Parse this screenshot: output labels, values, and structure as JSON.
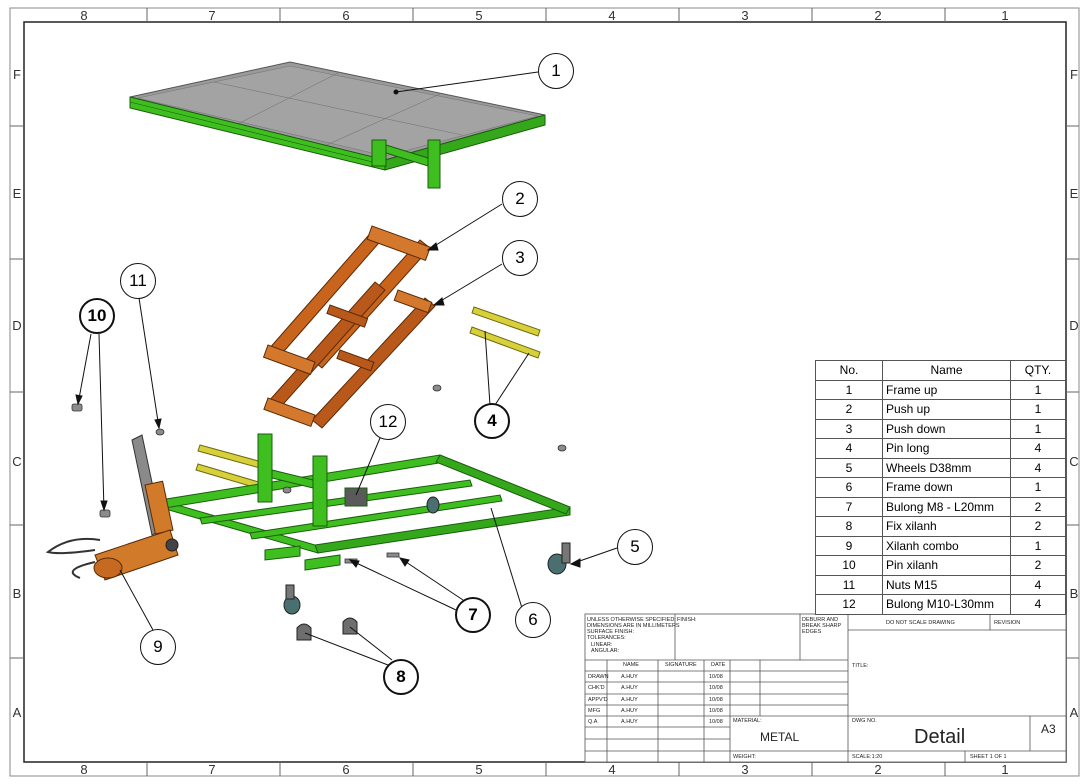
{
  "border": {
    "columns": [
      "8",
      "7",
      "6",
      "5",
      "4",
      "3",
      "2",
      "1"
    ],
    "rows": [
      "F",
      "E",
      "D",
      "C",
      "B",
      "A"
    ]
  },
  "balloons": [
    {
      "id": "1",
      "bold": false
    },
    {
      "id": "2",
      "bold": false
    },
    {
      "id": "3",
      "bold": false
    },
    {
      "id": "4",
      "bold": true
    },
    {
      "id": "5",
      "bold": false
    },
    {
      "id": "6",
      "bold": false
    },
    {
      "id": "7",
      "bold": true
    },
    {
      "id": "8",
      "bold": true
    },
    {
      "id": "9",
      "bold": false
    },
    {
      "id": "10",
      "bold": true
    },
    {
      "id": "11",
      "bold": false
    },
    {
      "id": "12",
      "bold": false
    }
  ],
  "bom": {
    "headers": [
      "No.",
      "Name",
      "QTY."
    ],
    "rows": [
      {
        "no": "1",
        "name": "Frame up",
        "qty": "1"
      },
      {
        "no": "2",
        "name": "Push up",
        "qty": "1"
      },
      {
        "no": "3",
        "name": "Push down",
        "qty": "1"
      },
      {
        "no": "4",
        "name": "Pin long",
        "qty": "4"
      },
      {
        "no": "5",
        "name": "Wheels D38mm",
        "qty": "4"
      },
      {
        "no": "6",
        "name": "Frame down",
        "qty": "1"
      },
      {
        "no": "7",
        "name": "Bulong M8 - L20mm",
        "qty": "2"
      },
      {
        "no": "8",
        "name": "Fix xilanh",
        "qty": "2"
      },
      {
        "no": "9",
        "name": "Xilanh combo",
        "qty": "1"
      },
      {
        "no": "10",
        "name": "Pin xilanh",
        "qty": "2"
      },
      {
        "no": "11",
        "name": "Nuts M15",
        "qty": "4"
      },
      {
        "no": "12",
        "name": "Bulong M10-L30mm",
        "qty": "4"
      }
    ]
  },
  "title_block": {
    "unless": "UNLESS OTHERWISE SPECIFIED:",
    "dims": "DIMENSIONS ARE IN MILLIMETERS",
    "surface": "SURFACE FINISH:",
    "tolerances": "TOLERANCES:",
    "linear": "LINEAR:",
    "angular": "ANGULAR:",
    "finish": "FINISH:",
    "deburr1": "DEBURR AND",
    "deburr2": "BREAK SHARP",
    "deburr3": "EDGES",
    "no_scale": "DO NOT SCALE DRAWING",
    "revision": "REVISION",
    "col_name": "NAME",
    "col_signature": "SIGNATURE",
    "col_date": "DATE",
    "roles": [
      "DRAWN",
      "CHK'D",
      "APPV'D",
      "MFG",
      "Q.A"
    ],
    "names": [
      "A.HUY",
      "A.HUY",
      "A.HUY",
      "A.HUY",
      "A.HUY"
    ],
    "dates": [
      "10/08",
      "10/08",
      "10/08",
      "10/08",
      "10/08"
    ],
    "title_label": "TITLE:",
    "material_label": "MATERIAL:",
    "material": "METAL",
    "dwg_label": "DWG NO.",
    "dwg": "Detail",
    "size": "A3",
    "weight_label": "WEIGHT:",
    "scale": "SCALE:1:20",
    "sheet": "SHEET 1 OF 1"
  },
  "colors": {
    "frame_green": "#3fbf1f",
    "push_orange": "#c8641c",
    "pin_yellow": "#d8d03a",
    "plate_gray": "#9a9a9a",
    "cylinder_orange": "#d07a2a"
  }
}
